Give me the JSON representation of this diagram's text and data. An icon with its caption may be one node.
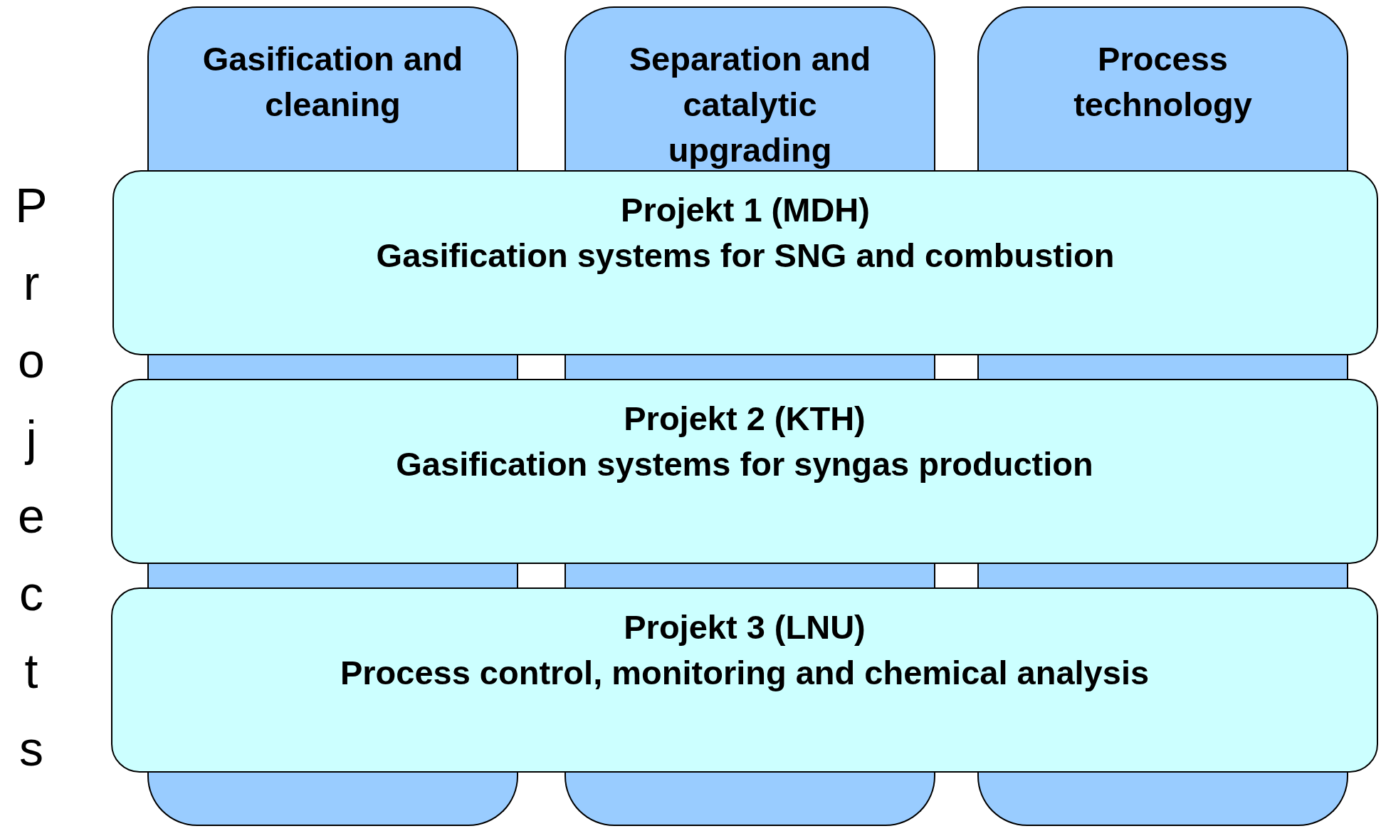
{
  "diagram": {
    "nodes": [
      {
        "text": [
          "Gasification and cleaning"
        ]
      },
      {
        "text": [
          "Separation and catalytic upgrading"
        ]
      },
      {
        "text": [
          "Process technology"
        ]
      },
      {
        "text": [
          "Projekt 1 (MDH)",
          "Gasification systems for SNG and combustion"
        ]
      },
      {
        "text": [
          "Projekt 2 (KTH)",
          "Gasification systems for syngas production"
        ]
      },
      {
        "text": [
          "Projekt 3 (LNU)",
          "Process control, monitoring and chemical analysis"
        ]
      },
      {
        "text": [],
        "shape": "box"
      },
      {
        "text": [],
        "shape": "box"
      },
      {
        "text": [],
        "shape": "box"
      },
      {
        "text": [],
        "shape": "box"
      },
      {
        "text": [],
        "shape": "box"
      },
      {
        "text": [],
        "shape": "box"
      },
      {
        "text": [],
        "shape": "box"
      },
      {
        "text": [],
        "shape": "box"
      },
      {
        "text": [],
        "shape": "box"
      }
    ],
    "edges": [],
    "labels": [
      "Projects"
    ]
  }
}
